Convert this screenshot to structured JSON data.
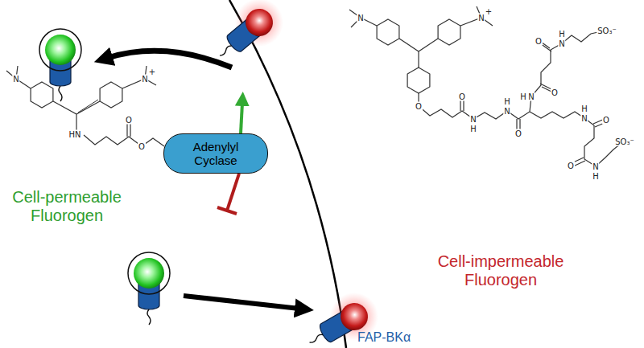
{
  "diagram": {
    "nodes": [
      {
        "text": [
          "Adenylyl Cyclase"
        ]
      }
    ],
    "labels": [
      "Cell-permeable Fluorogen",
      "Cell-impermeable Fluorogen",
      "FAP-BKα",
      "N",
      "N",
      "+",
      "HN",
      "O",
      "O",
      "N",
      "N",
      "+",
      "O",
      "O",
      "N",
      "H",
      "N",
      "H",
      "O",
      "N",
      "H",
      "O",
      "O",
      "N",
      "H",
      "SO₃⁻",
      "N",
      "H",
      "O",
      "O",
      "N",
      "H",
      "SO₃⁻"
    ]
  }
}
